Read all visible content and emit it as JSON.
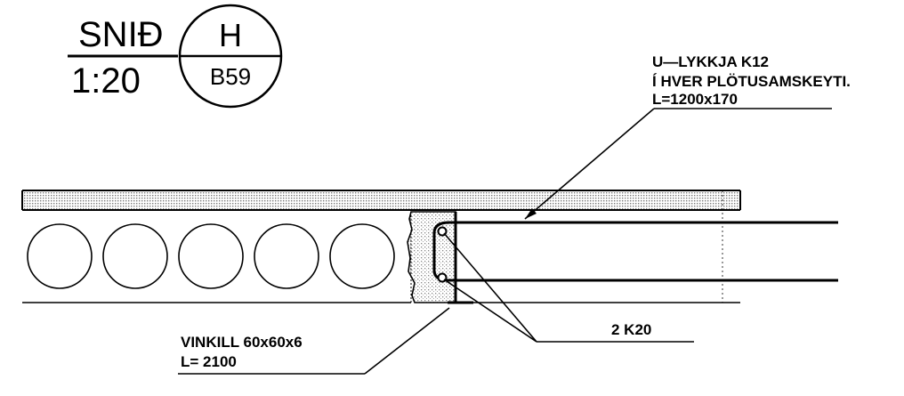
{
  "title": {
    "section_label": "SNIÐ",
    "scale": "1:20",
    "detail_id": "H",
    "sheet_ref": "B59"
  },
  "annotations": {
    "loop_rebar_line1": "U—LYKKJA K12",
    "loop_rebar_line2": "Í HVER PLÖTUSAMSKEYTI.",
    "loop_rebar_line3": "L=1200x170",
    "bars_label": "2 K20",
    "angle_line1": "VINKILL 60x60x6",
    "angle_line2": "L= 2100"
  },
  "slab": {
    "hollow_core_count": 5
  },
  "colors": {
    "line": "#000000",
    "hatch": "#9a9a9a",
    "background": "#ffffff"
  }
}
